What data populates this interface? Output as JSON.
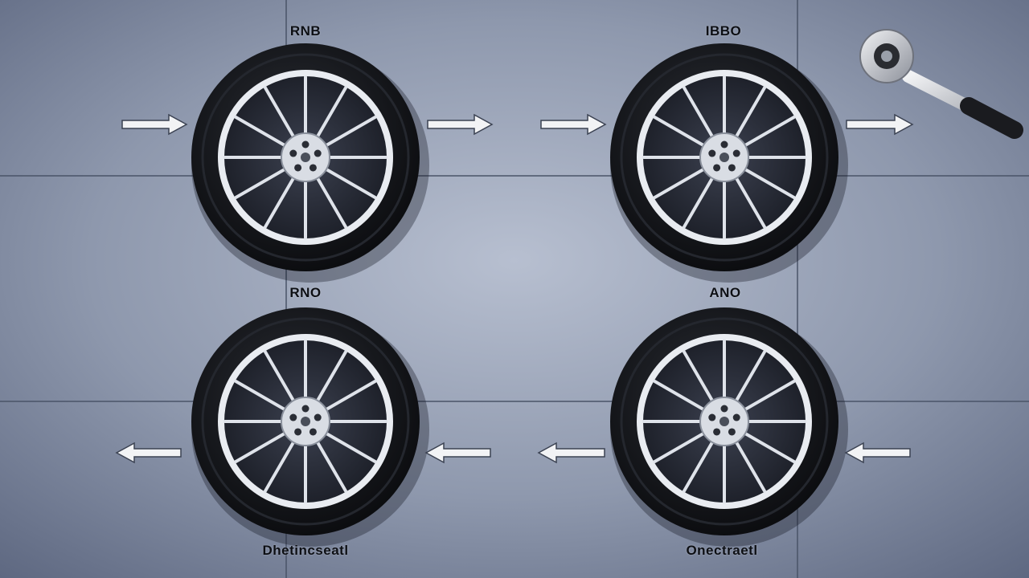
{
  "labels": {
    "top_left": "RNB",
    "top_right": "IBBO",
    "mid_left": "RNO",
    "mid_right": "ANO",
    "bottom_left": "Dhetincseatl",
    "bottom_right": "Onectraetl"
  },
  "icons": [
    "tire-icon",
    "arrow-right-icon",
    "arrow-left-icon",
    "ratchet-wrench-icon"
  ],
  "colors": {
    "background": "#8590a6",
    "tire": "#16181c",
    "rim": "#e9ecf1",
    "arrow": "#f2f3f5",
    "grid_line": "#4a5468"
  }
}
